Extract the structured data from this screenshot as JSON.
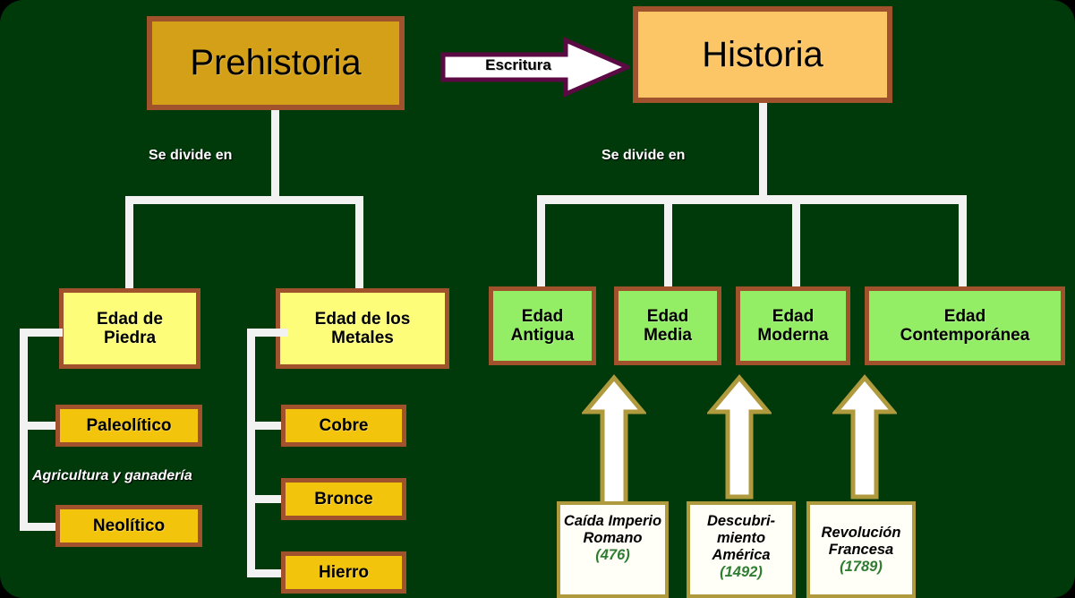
{
  "diagram": {
    "title_prehistory": "Prehistoria",
    "title_history": "Historia",
    "transition_label": "Escritura",
    "divide_label_left": "Se divide en",
    "divide_label_right": "Se divide en",
    "transition_note": "Agricultura y ganadería"
  },
  "prehistory": {
    "branches": [
      {
        "name": "Edad de Piedra",
        "line1": "Edad de",
        "line2": "Piedra",
        "children": [
          {
            "label": "Paleolítico"
          },
          {
            "label": "Neolítico"
          }
        ]
      },
      {
        "name": "Edad de los Metales",
        "line1": "Edad de los",
        "line2": "Metales",
        "children": [
          {
            "label": "Cobre"
          },
          {
            "label": "Bronce"
          },
          {
            "label": "Hierro"
          }
        ]
      }
    ]
  },
  "history": {
    "ages": [
      {
        "line1": "Edad",
        "line2": "Antigua"
      },
      {
        "line1": "Edad",
        "line2": "Media"
      },
      {
        "line1": "Edad",
        "line2": "Moderna"
      },
      {
        "line1": "Edad",
        "line2": "Contemporánea"
      }
    ]
  },
  "events": [
    {
      "l1": "Caída",
      "l2": "Imperio",
      "l3": "Romano",
      "year": "(476)"
    },
    {
      "l1": "Descubri-",
      "l2": "miento",
      "l3": "América",
      "year": "(1492)"
    },
    {
      "l1": "Revolución",
      "l2": "Francesa",
      "l3": "",
      "year": "(1789)"
    }
  ],
  "colors": {
    "background": "#00390a",
    "box_border": "#a0522d",
    "prehistoria_fill": "#d4a017",
    "historia_fill": "#fcc667",
    "level2_fill": "#fdfd7a",
    "sub_fill": "#f2c40c",
    "age_fill": "#93ed65",
    "connector": "#f2f2f2",
    "arrow_border": "#b09a3e",
    "escritura_border": "#5c0a44",
    "year_text": "#2f7d32"
  }
}
